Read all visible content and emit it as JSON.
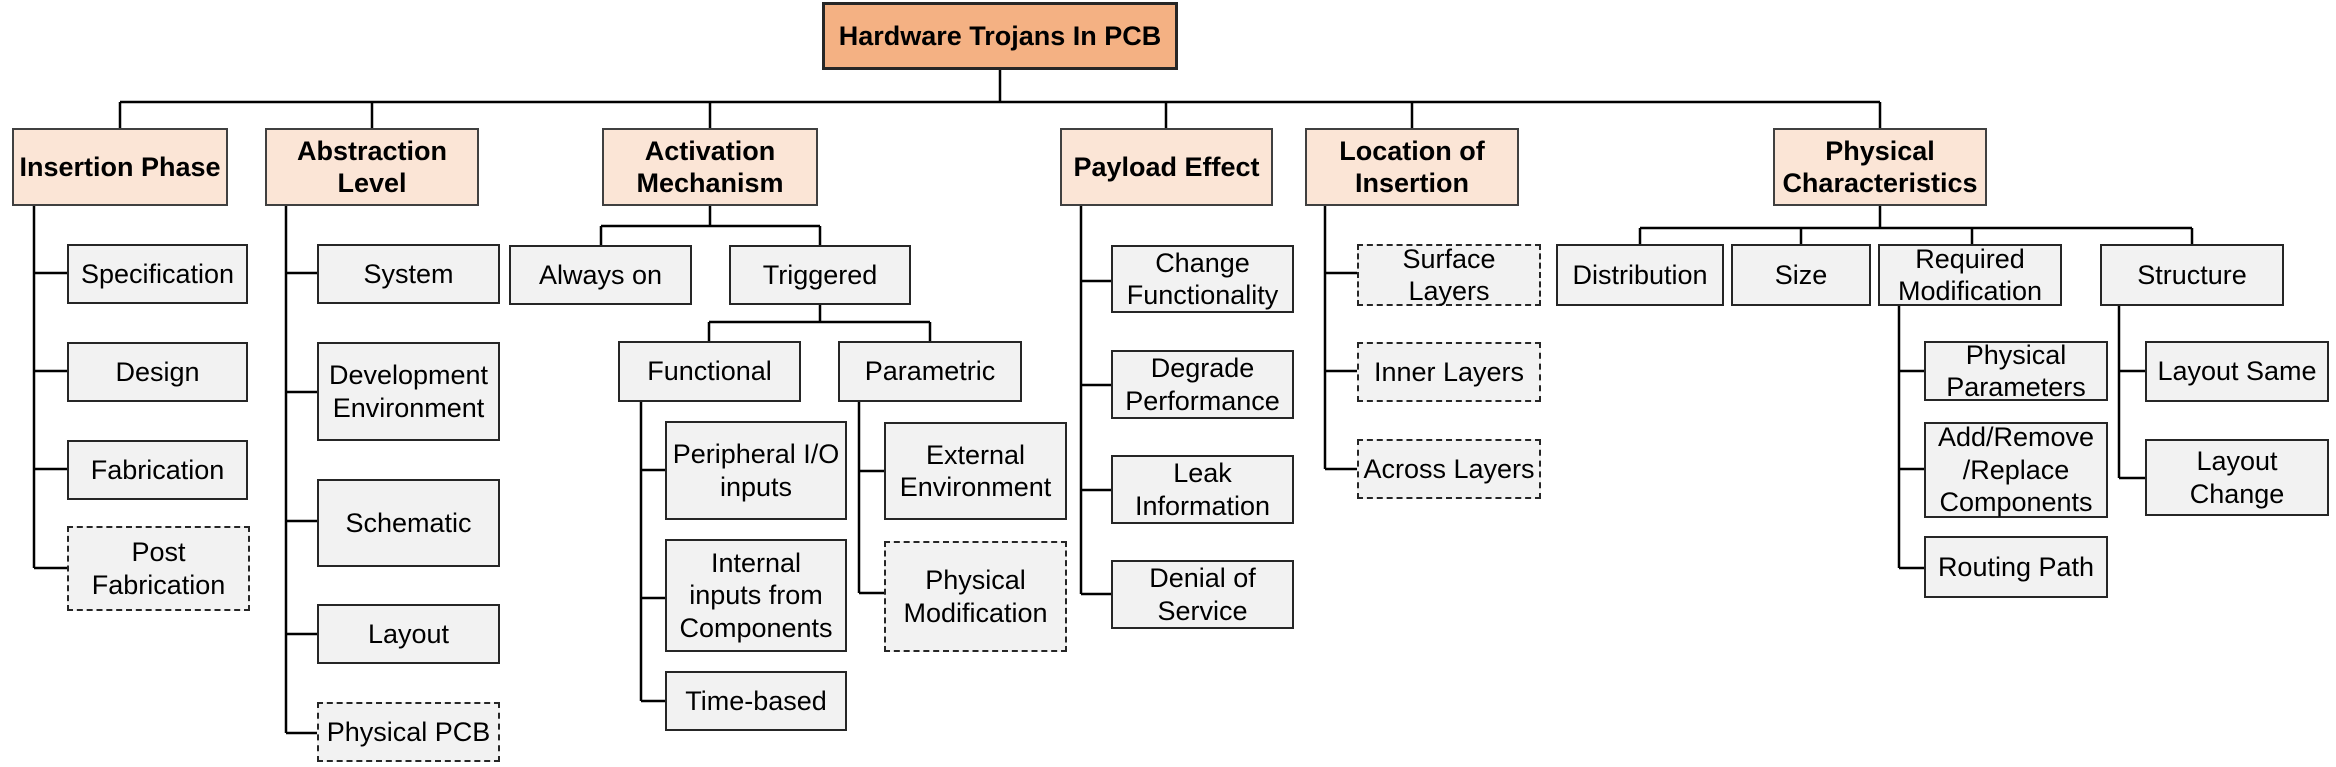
{
  "root": "Hardware Trojans In PCB",
  "categories": {
    "insertion_phase": "Insertion Phase",
    "abstraction_level": "Abstraction\nLevel",
    "activation_mechanism": "Activation\nMechanism",
    "payload_effect": "Payload Effect",
    "location_of_insertion": "Location of\nInsertion",
    "physical_characteristics": "Physical\nCharacteristics"
  },
  "insertion_phase": {
    "specification": "Specification",
    "design": "Design",
    "fabrication": "Fabrication",
    "post_fabrication": "Post\nFabrication"
  },
  "abstraction_level": {
    "system": "System",
    "development_environment": "Development\nEnvironment",
    "schematic": "Schematic",
    "layout": "Layout",
    "physical_pcb": "Physical PCB"
  },
  "activation_mechanism": {
    "always_on": "Always on",
    "triggered": "Triggered",
    "functional": "Functional",
    "parametric": "Parametric",
    "peripheral_io_inputs": "Peripheral I/O\ninputs",
    "internal_inputs": "Internal\ninputs from\nComponents",
    "time_based": "Time-based",
    "external_environment": "External\nEnvironment",
    "physical_modification": "Physical\nModification"
  },
  "payload_effect": {
    "change_functionality": "Change\nFunctionality",
    "degrade_performance": "Degrade\nPerformance",
    "leak_information": "Leak\nInformation",
    "denial_of_service": "Denial of\nService"
  },
  "location_of_insertion": {
    "surface_layers": "Surface\nLayers",
    "inner_layers": "Inner Layers",
    "across_layers": "Across Layers"
  },
  "physical_characteristics": {
    "distribution": "Distribution",
    "size": "Size",
    "required_modification": "Required\nModification",
    "structure": "Structure",
    "physical_parameters": "Physical\nParameters",
    "add_remove_replace": "Add/Remove\n/Replace\nComponents",
    "routing_path": "Routing Path",
    "layout_same": "Layout Same",
    "layout_change": "Layout\nChange"
  }
}
